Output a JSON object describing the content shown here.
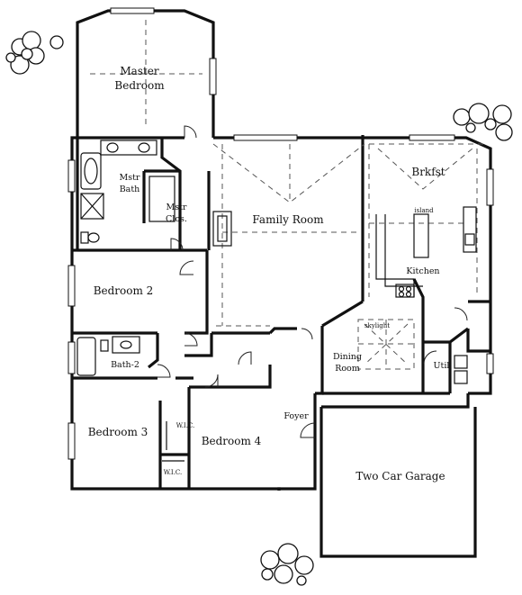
{
  "rooms": {
    "master_bedroom_1": "Master",
    "master_bedroom_2": "Bedroom",
    "mstr_bath_1": "Mstr",
    "mstr_bath_2": "Bath",
    "mstr_clos_1": "Mstr",
    "mstr_clos_2": "Clos.",
    "family_room": "Family Room",
    "brkfst": "Brkfst",
    "island": "island",
    "kitchen": "Kitchen",
    "bedroom_2": "Bedroom 2",
    "bath_2": "Bath-2",
    "skylight": "skylight",
    "dining_1": "Dining",
    "dining_2": "Room",
    "util": "Util.",
    "foyer": "Foyer",
    "bedroom_3": "Bedroom 3",
    "wic_1": "W.I.C.",
    "wic_2": "W.I.C.",
    "bedroom_4": "Bedroom 4",
    "garage": "Two Car Garage"
  },
  "colors": {
    "wall": "#111111",
    "background": "#ffffff"
  },
  "icons": [
    "tree-icon",
    "bathtub-icon",
    "fireplace-icon",
    "stove-icon",
    "washer-icon"
  ]
}
